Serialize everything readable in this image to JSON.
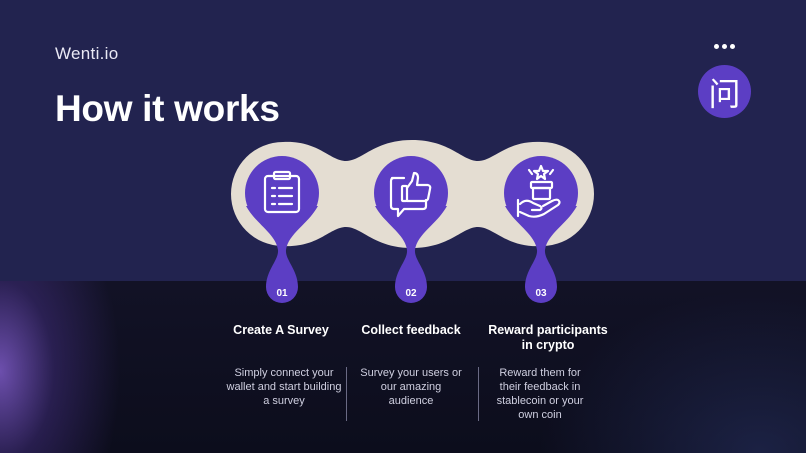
{
  "header": {
    "brand": "Wenti.io",
    "title": "How it works",
    "menu_icon": "more-dots-icon",
    "logo_glyph": "问"
  },
  "colors": {
    "top_background": "#22234f",
    "bottom_background": "#0e0f20",
    "accent": "#5c3ec4",
    "pill": "#e4ddd2"
  },
  "steps": [
    {
      "number": "01",
      "icon": "clipboard-checklist-icon",
      "title": "Create A Survey",
      "description": "Simply connect your wallet and start building a survey"
    },
    {
      "number": "02",
      "icon": "thumbs-up-feedback-icon",
      "title": "Collect feedback",
      "description": "Survey your users or our amazing audience"
    },
    {
      "number": "03",
      "icon": "hand-reward-icon",
      "title": "Reward participants in crypto",
      "description": "Reward them for their feedback in stablecoin or your own coin"
    }
  ]
}
